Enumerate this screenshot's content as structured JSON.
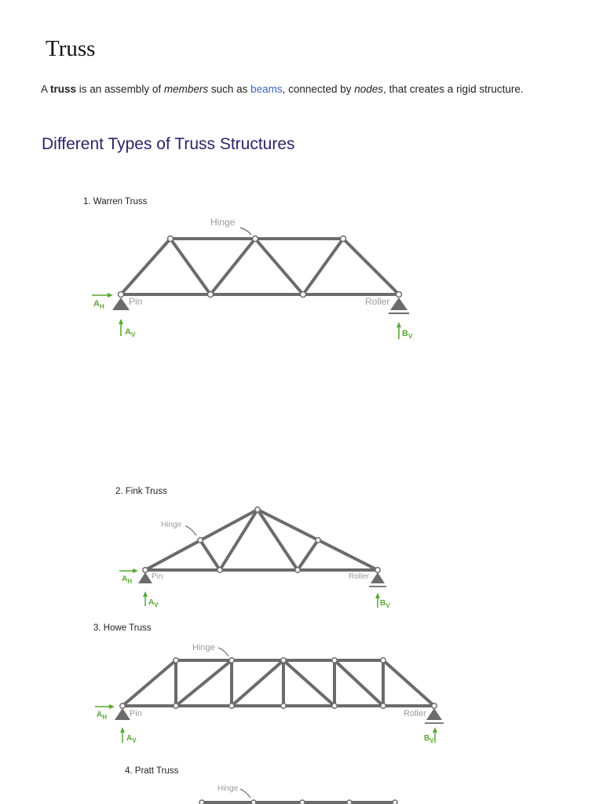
{
  "title": "Truss",
  "intro": {
    "p1": "A ",
    "bold": "truss",
    "p2": " is an assembly of ",
    "italic1": "members",
    "p3": " such as ",
    "link": "beams",
    "p4": ", connected by ",
    "italic2": "nodes",
    "p5": ", that creates a rigid structure."
  },
  "heading": "Different Types of Truss Structures",
  "diagrams": [
    {
      "title": "1. Warren Truss",
      "hinge": "Hinge",
      "pin": "Pin",
      "roller": "Roller",
      "ah": "A",
      "ah_sub": "H",
      "av": "A",
      "av_sub": "V",
      "bv": "B",
      "bv_sub": "V"
    },
    {
      "title": "2. Fink Truss",
      "hinge": "Hinge",
      "pin": "Pin",
      "roller": "Roller",
      "ah": "A",
      "ah_sub": "H",
      "av": "A",
      "av_sub": "V",
      "bv": "B",
      "bv_sub": "V"
    },
    {
      "title": "3. Howe Truss",
      "hinge": "Hinge",
      "pin": "Pin",
      "roller": "Roller",
      "ah": "A",
      "ah_sub": "H",
      "av": "A",
      "av_sub": "V",
      "bv": "B",
      "bv_sub": "V"
    },
    {
      "title": "4. Pratt Truss",
      "hinge": "Hinge"
    }
  ],
  "colors": {
    "member": "#6b6b6b",
    "force": "#5aa832",
    "heading": "#2c2468",
    "link": "#3a66b8"
  }
}
